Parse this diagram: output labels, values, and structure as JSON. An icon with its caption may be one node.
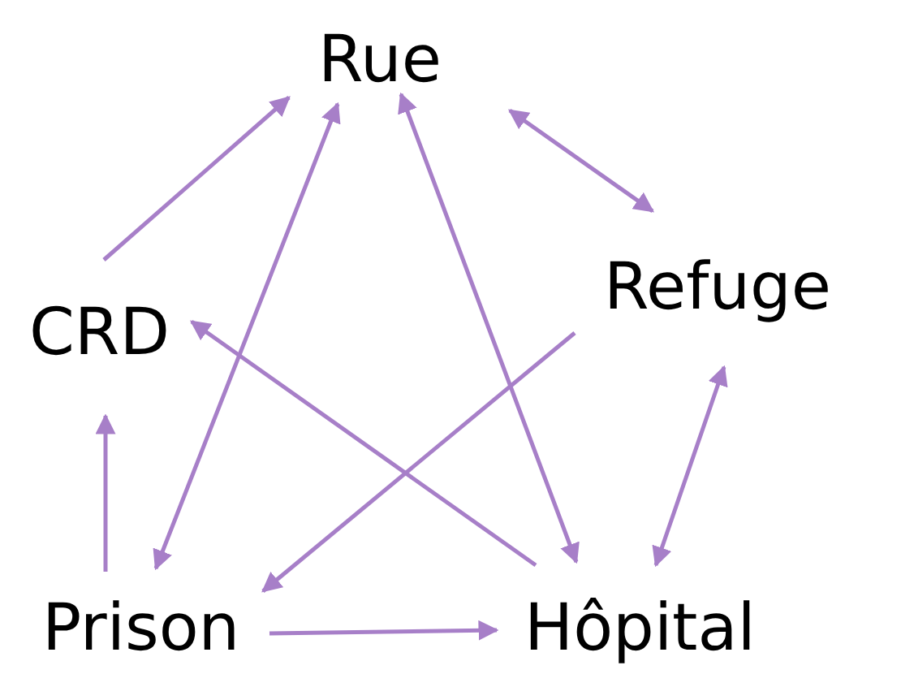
{
  "diagram": {
    "nodes": [
      {
        "text": [
          "Rue"
        ]
      },
      {
        "text": [
          "Refuge"
        ]
      },
      {
        "text": [
          "CRD"
        ]
      },
      {
        "text": [
          "Prison"
        ]
      },
      {
        "text": [
          "Hôpital"
        ]
      }
    ],
    "edges": [
      {
        "from": 2,
        "to": 0,
        "arrow": "to"
      },
      {
        "from": 0,
        "to": 1,
        "arrow": "both"
      },
      {
        "from": 0,
        "to": 3,
        "arrow": "both"
      },
      {
        "from": 0,
        "to": 4,
        "arrow": "both"
      },
      {
        "from": 4,
        "to": 2,
        "arrow": "to"
      },
      {
        "from": 1,
        "to": 3,
        "arrow": "to"
      },
      {
        "from": 1,
        "to": 4,
        "arrow": "both"
      },
      {
        "from": 3,
        "to": 2,
        "arrow": "to"
      },
      {
        "from": 3,
        "to": 4,
        "arrow": "to"
      }
    ]
  }
}
